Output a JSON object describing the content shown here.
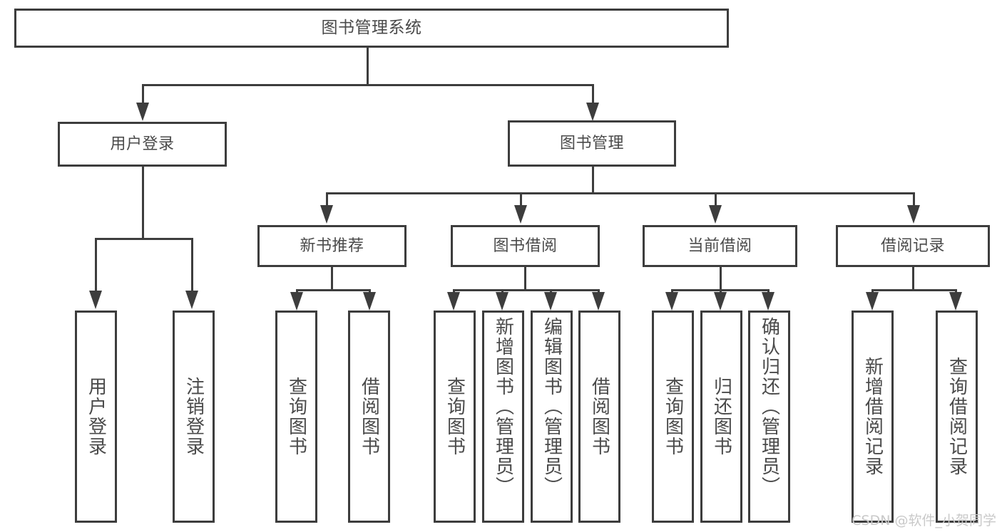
{
  "diagram": {
    "type": "tree",
    "title": "图书管理系统",
    "root": {
      "id": "root",
      "label": "图书管理系统"
    },
    "level1": [
      {
        "id": "user-login",
        "label": "用户登录"
      },
      {
        "id": "book-manage",
        "label": "图书管理"
      }
    ],
    "level2": [
      {
        "id": "new-book-recommend",
        "label": "新书推荐",
        "parent": "book-manage"
      },
      {
        "id": "book-borrow",
        "label": "图书借阅",
        "parent": "book-manage"
      },
      {
        "id": "current-borrow",
        "label": "当前借阅",
        "parent": "book-manage"
      },
      {
        "id": "borrow-record",
        "label": "借阅记录",
        "parent": "book-manage"
      }
    ],
    "leaves": [
      {
        "id": "leaf-user-login",
        "label": "用户登录",
        "parent": "user-login"
      },
      {
        "id": "leaf-user-logout",
        "label": "注销登录",
        "parent": "user-login"
      },
      {
        "id": "leaf-rec-query-book",
        "label": "查询图书",
        "parent": "new-book-recommend"
      },
      {
        "id": "leaf-rec-borrow-book",
        "label": "借阅图书",
        "parent": "new-book-recommend"
      },
      {
        "id": "leaf-bw-query-book",
        "label": "查询图书",
        "parent": "book-borrow"
      },
      {
        "id": "leaf-bw-add-book",
        "label": "新增图书（管理员）",
        "parent": "book-borrow"
      },
      {
        "id": "leaf-bw-edit-book",
        "label": "编辑图书（管理员）",
        "parent": "book-borrow"
      },
      {
        "id": "leaf-bw-borrow-book",
        "label": "借阅图书",
        "parent": "book-borrow"
      },
      {
        "id": "leaf-cur-query-book",
        "label": "查询图书",
        "parent": "current-borrow"
      },
      {
        "id": "leaf-cur-return-book",
        "label": "归还图书",
        "parent": "current-borrow"
      },
      {
        "id": "leaf-cur-confirm",
        "label": "确认归还（管理员）",
        "parent": "current-borrow"
      },
      {
        "id": "leaf-rec-add-record",
        "label": "新增借阅记录",
        "parent": "borrow-record"
      },
      {
        "id": "leaf-rec-query-record",
        "label": "查询借阅记录",
        "parent": "borrow-record"
      }
    ]
  },
  "watermark": {
    "text": "CSDN @软件_小贺同学"
  },
  "colors": {
    "stroke": "#3d3d3d",
    "fill": "#ffffff",
    "text": "#4a4a4a",
    "watermark": "#c9c9c9"
  }
}
